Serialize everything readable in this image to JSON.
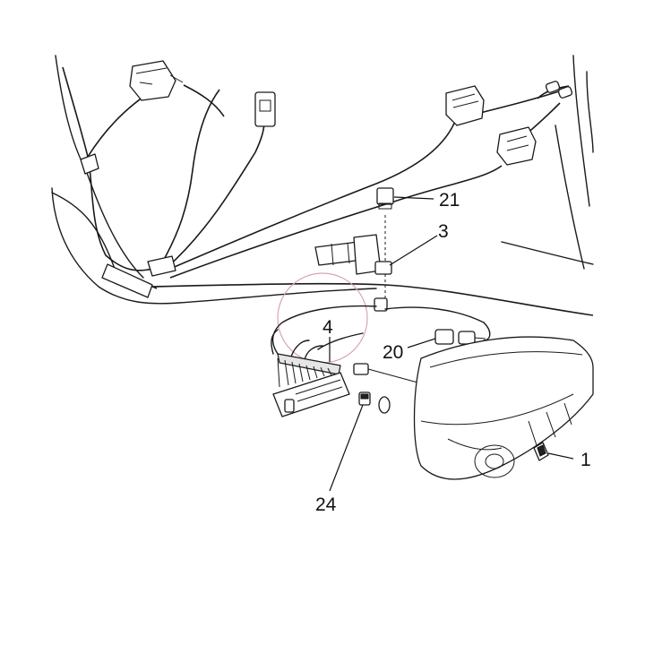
{
  "callouts": {
    "c21": "21",
    "c3": "3",
    "c4": "4",
    "c20": "20",
    "c24": "24",
    "c1": "1"
  },
  "colors": {
    "line": "#1a1a1a",
    "highlight_circle": "#d7a6ad",
    "background": "#ffffff"
  }
}
